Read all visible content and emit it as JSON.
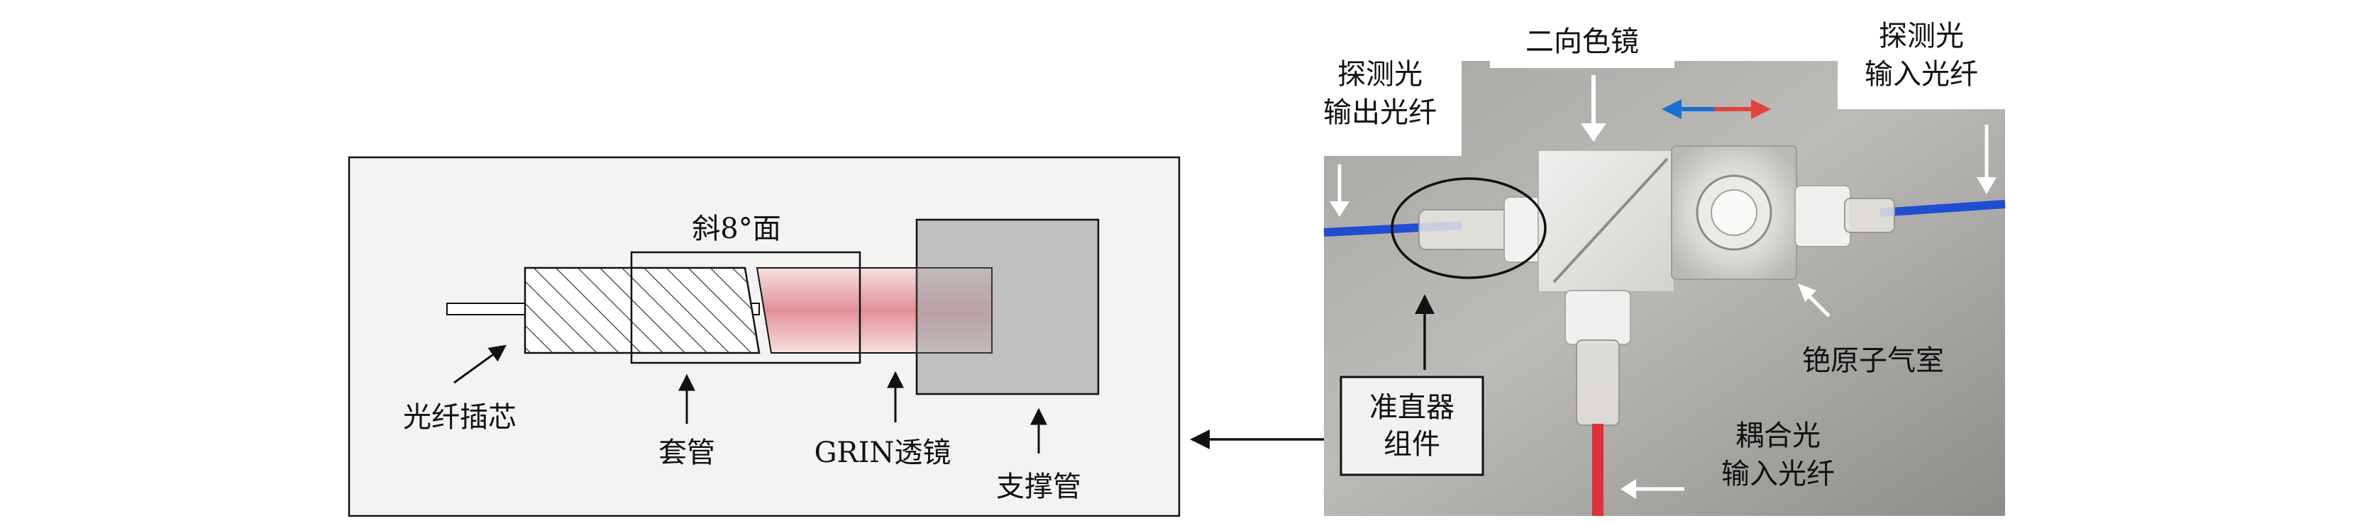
{
  "left_panel": {
    "label_bevel": "斜8°面",
    "label_ferrule": "光纤插芯",
    "label_sleeve": "套管",
    "label_grin": "GRIN透镜",
    "label_support": "支撑管"
  },
  "right_panel": {
    "label_probe_out_1": "探测光",
    "label_probe_out_2": "输出光纤",
    "label_dichroic": "二向色镜",
    "label_probe_in_1": "探测光",
    "label_probe_in_2": "输入光纤",
    "label_cell": "铯原子气室",
    "label_collimator_1": "准直器",
    "label_collimator_2": "组件",
    "label_coupling_1": "耦合光",
    "label_coupling_2": "输入光纤"
  },
  "colors": {
    "probe_fiber": "#1f4fd0",
    "coupling_fiber": "#e0303a",
    "grin_pink": "#e9a3a8",
    "arrow_blue": "#1a6fd0",
    "arrow_red": "#e0443c"
  }
}
